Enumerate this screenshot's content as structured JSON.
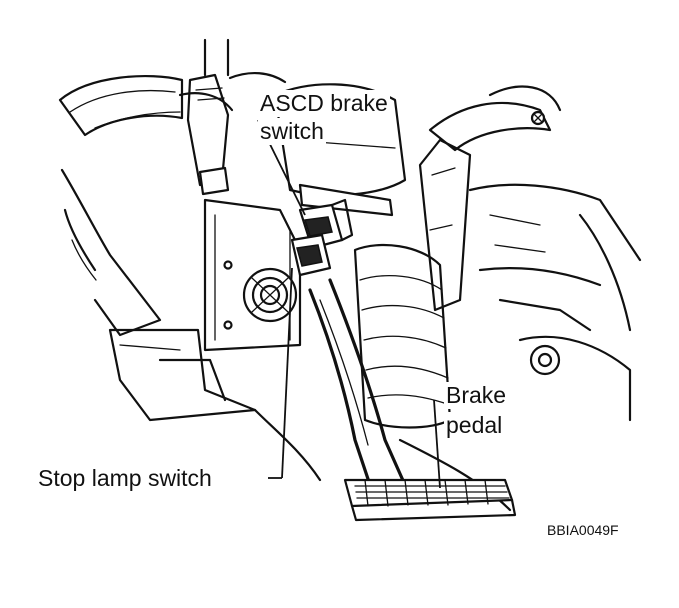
{
  "labels": {
    "ascd_brake_switch_line1": "ASCD brake",
    "ascd_brake_switch_line2": "switch",
    "brake_pedal_line1": "Brake",
    "brake_pedal_line2": "pedal",
    "stop_lamp_switch": "Stop lamp switch"
  },
  "figure_code": "BBIA0049F"
}
